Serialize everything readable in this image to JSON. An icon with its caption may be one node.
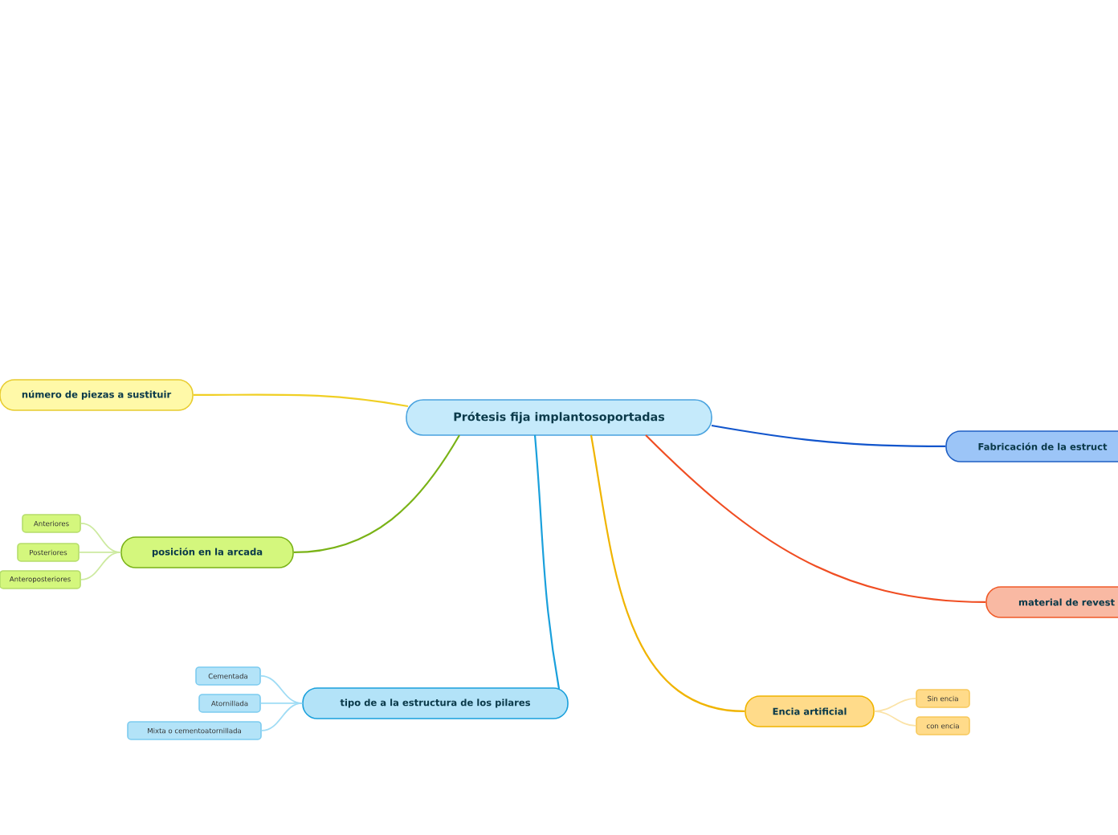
{
  "diagram": {
    "nodes": [
      {
        "text": [
          "Prótesis fija implantosoportadas"
        ]
      },
      {
        "text": [
          "número de piezas a sustituir"
        ]
      },
      {
        "text": [
          "posición en la arcada"
        ]
      },
      {
        "text": [
          "Anteriores"
        ]
      },
      {
        "text": [
          "Posteriores"
        ]
      },
      {
        "text": [
          "Anteroposteriores"
        ]
      },
      {
        "text": [
          "tipo de a la estructura de los pilares"
        ]
      },
      {
        "text": [
          "Cementada"
        ]
      },
      {
        "text": [
          "Atornillada"
        ]
      },
      {
        "text": [
          "Mixta o cementoatornillada"
        ]
      },
      {
        "text": [
          "Encia artificial"
        ]
      },
      {
        "text": [
          "Sin encia"
        ]
      },
      {
        "text": [
          "con encia"
        ]
      },
      {
        "text": [
          "Fabricación de la estruct"
        ]
      },
      {
        "text": [
          "material de revest"
        ]
      }
    ],
    "edges": [
      {
        "from": 0,
        "to": 1,
        "arrow": "none",
        "color": "#f0cf24"
      },
      {
        "from": 0,
        "to": 2,
        "arrow": "none",
        "color": "#7ab317"
      },
      {
        "from": 2,
        "to": 3,
        "arrow": "none",
        "color": "#cdeaa0"
      },
      {
        "from": 2,
        "to": 4,
        "arrow": "none",
        "color": "#cdeaa0"
      },
      {
        "from": 2,
        "to": 5,
        "arrow": "none",
        "color": "#cdeaa0"
      },
      {
        "from": 0,
        "to": 6,
        "arrow": "none",
        "color": "#1aa0dc"
      },
      {
        "from": 6,
        "to": 7,
        "arrow": "none",
        "color": "#9fdcf5"
      },
      {
        "from": 6,
        "to": 8,
        "arrow": "none",
        "color": "#9fdcf5"
      },
      {
        "from": 6,
        "to": 9,
        "arrow": "none",
        "color": "#9fdcf5"
      },
      {
        "from": 0,
        "to": 10,
        "arrow": "none",
        "color": "#f0b400"
      },
      {
        "from": 10,
        "to": 11,
        "arrow": "none",
        "color": "#fbe3a8"
      },
      {
        "from": 10,
        "to": 12,
        "arrow": "none",
        "color": "#fbe3a8"
      },
      {
        "from": 0,
        "to": 13,
        "arrow": "none",
        "color": "#1155cc"
      },
      {
        "from": 0,
        "to": 14,
        "arrow": "none",
        "color": "#f04e23"
      }
    ]
  }
}
